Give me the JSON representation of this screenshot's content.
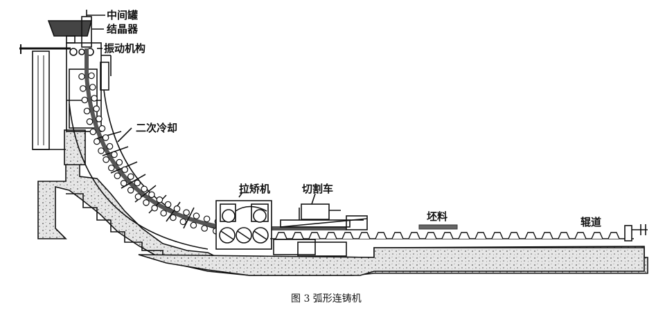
{
  "labels": {
    "tundish": "中间罐",
    "mold": "结晶器",
    "oscillator": "振动机构",
    "secondary_cooling": "二次冷却",
    "withdrawal_straightener": "拉矫机",
    "cutting_car": "切割车",
    "billet": "坯料",
    "roller_table": "辊道"
  },
  "caption": "图 3    弧形连铸机",
  "colors": {
    "ink": "#111111",
    "concrete": "#d9d9d9",
    "strand": "#555555",
    "billet": "#666666"
  }
}
